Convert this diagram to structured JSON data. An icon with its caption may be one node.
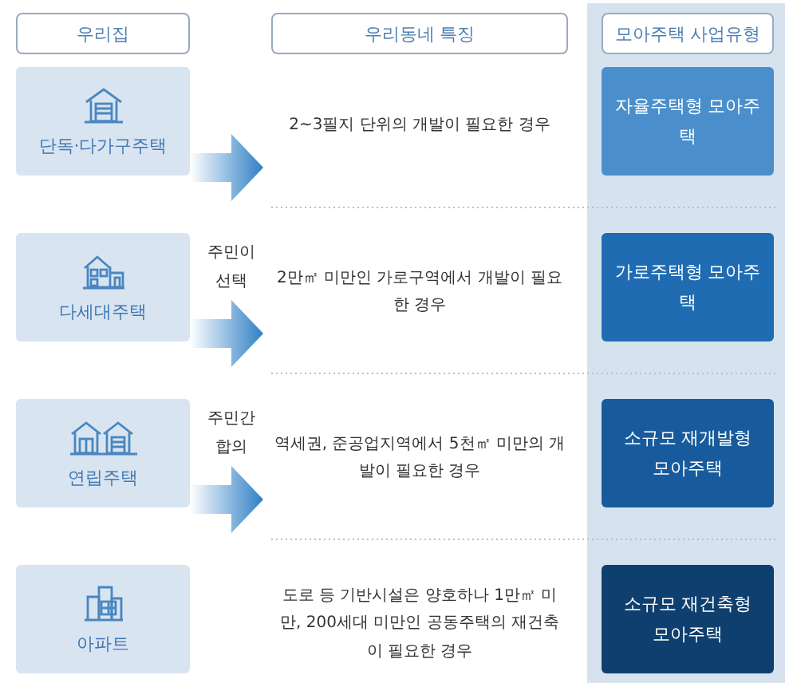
{
  "diagram": {
    "nodes": [
      {
        "text": [
          "우리집"
        ]
      },
      {
        "text": [
          "우리동네 특징"
        ]
      },
      {
        "text": [
          "모아주택 사업유형"
        ]
      },
      {
        "text": [
          "단독·다가구주택"
        ]
      },
      {
        "text": [
          "2~3필지 단위의 개발이 필요한 경우"
        ]
      },
      {
        "text": [
          "자율주택형 모아주택"
        ]
      },
      {
        "text": [
          "다세대주택"
        ]
      },
      {
        "text": [
          "2만㎡ 미만인 가로구역에서 개발이 필요한 경우"
        ]
      },
      {
        "text": [
          "가로주택형 모아주택"
        ]
      },
      {
        "text": [
          "연립주택"
        ]
      },
      {
        "text": [
          "역세권, 준공업지역에서 5천㎡ 미만의 개발이 필요한 경우"
        ]
      },
      {
        "text": [
          "소규모 재개발형 모아주택"
        ]
      },
      {
        "text": [
          "아파트"
        ]
      },
      {
        "text": [
          "도로 등 기반시설은 양호하나 1만㎡ 미만, 200세대 미만인 공동주택의 재건축이 필요한 경우"
        ]
      },
      {
        "text": [
          "소규모 재건축형 모아주택"
        ]
      }
    ],
    "edges": [
      {
        "from": 3,
        "to": 4,
        "arrow": "to"
      },
      {
        "from": 6,
        "to": 7,
        "arrow": "to"
      },
      {
        "from": 9,
        "to": 10,
        "arrow": "to"
      }
    ],
    "labels": [
      "주민이 선택",
      "주민간 합의"
    ]
  }
}
